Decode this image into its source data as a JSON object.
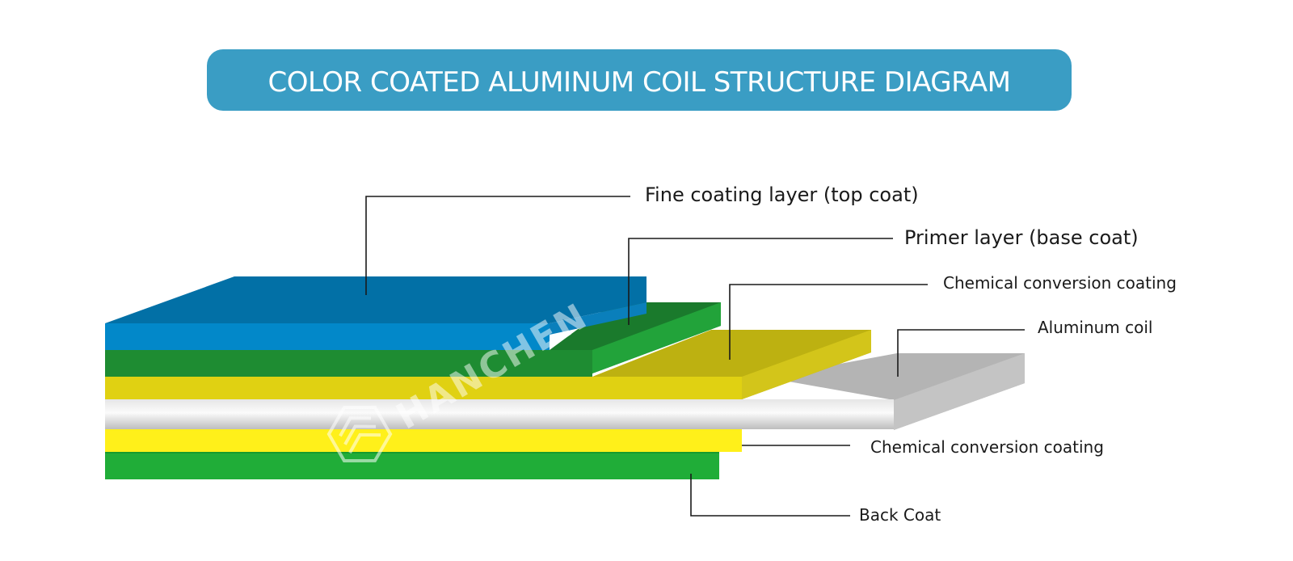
{
  "title": "COLOR COATED ALUMINUM COIL STRUCTURE DIAGRAM",
  "watermark": "HANCHEN",
  "labels": {
    "top_coat": "Fine coating layer (top coat)",
    "primer": "Primer layer (base coat)",
    "chem_top": "Chemical conversion coating",
    "aluminum": "Aluminum coil",
    "chem_bottom": "Chemical conversion coating",
    "back_coat": "Back Coat"
  },
  "colors": {
    "title_bar": "#3a9dc4",
    "top_coat": "#0288c9",
    "primer": "#1e8c32",
    "chem_conversion": "#e0d112",
    "aluminum": "#c8c8c8",
    "chem_conversion_bottom": "#fff01a",
    "back_coat": "#20ad38"
  }
}
